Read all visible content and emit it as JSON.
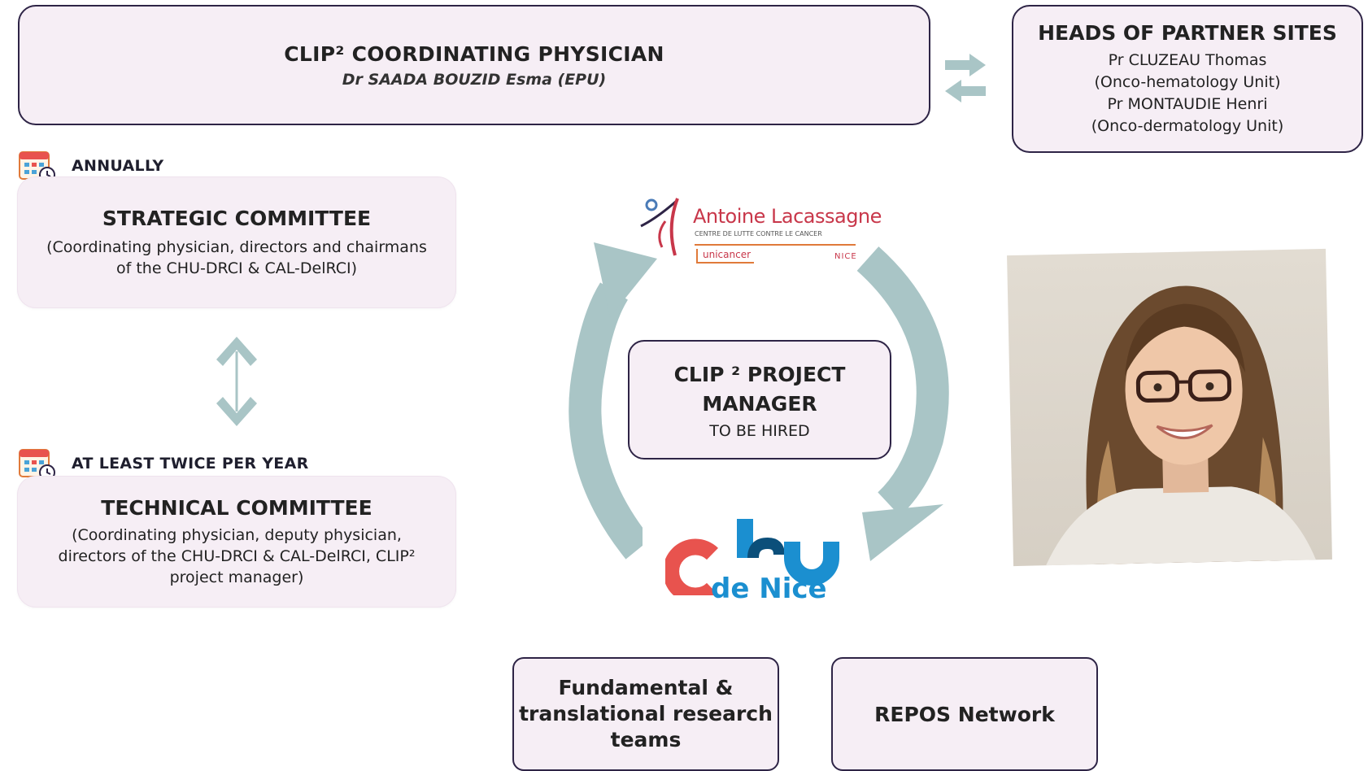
{
  "colors": {
    "box_fill": "#f6eef5",
    "dark_border": "#2e2446",
    "arrow_teal": "#a9c5c6",
    "lacassagne_red": "#c8374a",
    "unicancer_orange": "#e07a3a",
    "chu_red": "#e8534e",
    "chu_blue": "#1b8fd0"
  },
  "coordinator": {
    "title": "CLIP² COORDINATING PHYSICIAN",
    "name": "Dr SAADA BOUZID Esma (EPU)"
  },
  "exchange_icon": "double-arrow-exchange-icon",
  "partners": {
    "title": "HEADS OF PARTNER SITES",
    "lines": [
      "Pr CLUZEAU Thomas",
      "(Onco-hematology Unit)",
      "Pr MONTAUDIE Henri",
      "(Onco-dermatology Unit)"
    ]
  },
  "annually": {
    "icon": "calendar-clock-icon",
    "label": "ANNUALLY"
  },
  "strategic": {
    "title": "STRATEGIC COMMITTEE",
    "desc_lines": [
      "(Coordinating physician, directors and chairmans",
      "of the CHU-DRCI & CAL-DelRCI)"
    ]
  },
  "twice": {
    "icon": "calendar-clock-icon",
    "label": "AT LEAST TWICE PER YEAR"
  },
  "technical": {
    "title": "TECHNICAL COMMITTEE",
    "desc_lines": [
      "(Coordinating physician, deputy physician,",
      "directors of the CHU-DRCI & CAL-DelRCI, CLIP²",
      "project manager)"
    ]
  },
  "lacassagne": {
    "name": "Antoine Lacassagne",
    "tagline": "CENTRE DE LUTTE CONTRE LE CANCER",
    "unicancer": "unicancer",
    "city": "NICE"
  },
  "manager": {
    "title_line1": "CLIP ² PROJECT",
    "title_line2": "MANAGER",
    "status": "TO BE HIRED"
  },
  "chu": {
    "chu_c": "c",
    "chu_hu": "hu",
    "de_nice": "de Nice"
  },
  "research": {
    "lines": [
      "Fundamental &",
      "translational research",
      "teams"
    ]
  },
  "repos": {
    "label": "REPOS Network"
  },
  "photo": {
    "subject": "portrait-photo"
  }
}
